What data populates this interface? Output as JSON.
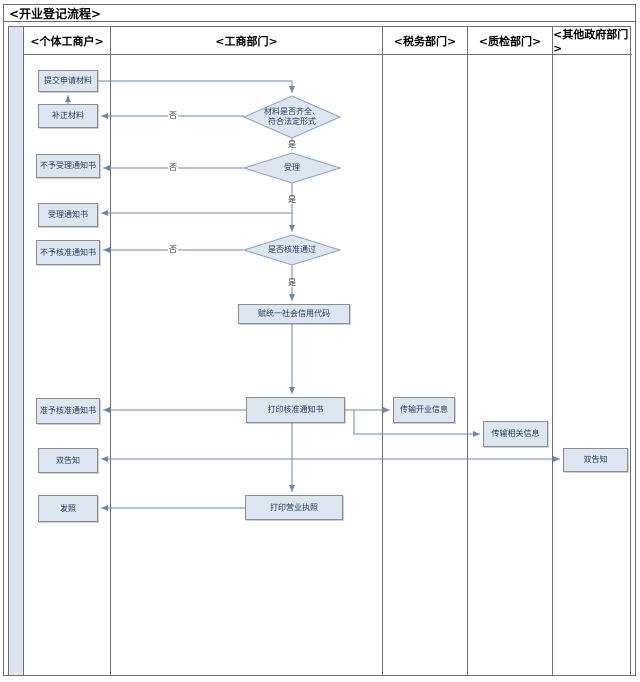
{
  "title": "<开业登记流程>",
  "lanes": [
    "<个体工商户>",
    "<工商部门>",
    "<税务部门>",
    "<质检部门>",
    "<其他政府部门>"
  ],
  "nodes": {
    "submit": "提交申请材料",
    "supplement": "补正材料",
    "not_accept_notice": "不予受理通知书",
    "accept_notice": "受理通知书",
    "not_approve_notice": "不予核准通知书",
    "approve_notice": "准予核准通知书",
    "dual_notify_left": "双告知",
    "issue_license": "发照",
    "check_materials": "材料是否齐全、\n符合法定形式",
    "accept_decision": "受理",
    "approve_decision": "是否核准通过",
    "credit_code": "赋统一社会信用代码",
    "print_approval": "打印核准通知书",
    "print_license": "打印营业执照",
    "transmit_opening": "传输开业信息",
    "transmit_related": "传输相关信息",
    "dual_notify_right": "双告知"
  },
  "edge_labels": {
    "yes": "是",
    "no": "否"
  },
  "colors": {
    "line": "#6a87ae",
    "node_fill": "#dce6f1",
    "node_border": "#8c8c8c",
    "node_text": "#21375f",
    "lane_border": "#6e6e6e",
    "strip_fill": "#dce6f1",
    "header_text": "#000000"
  }
}
